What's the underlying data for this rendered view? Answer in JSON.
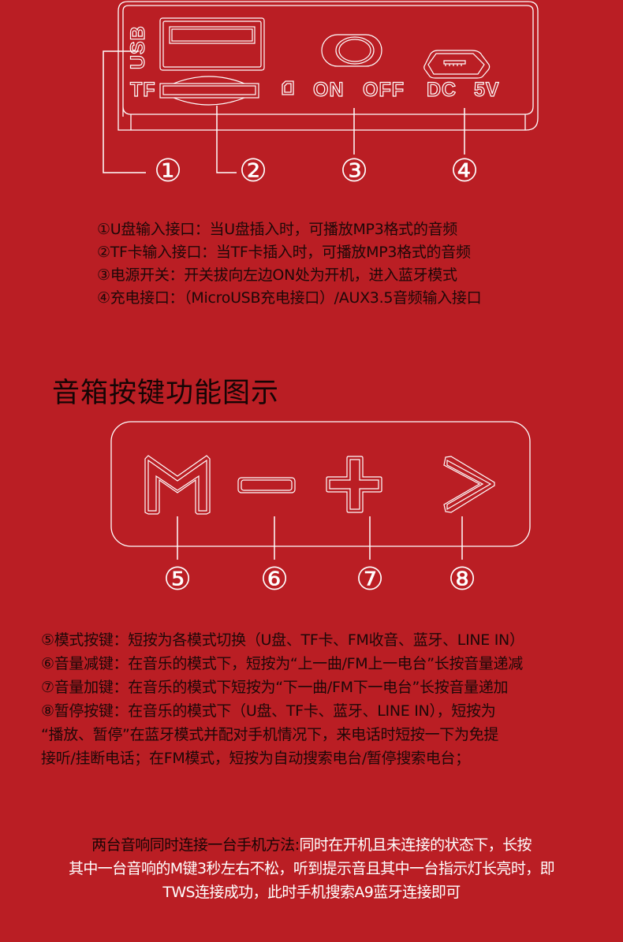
{
  "colors": {
    "background": "#BA1E24",
    "line": "#FFFFFF",
    "text_dark": "#1D0808",
    "text_light": "#FFFFFF"
  },
  "panel_top": {
    "port_labels": {
      "usb": "USB",
      "tf": "TF",
      "on": "ON",
      "off": "OFF",
      "dc": "DC",
      "fivev": "5V"
    },
    "callouts": [
      "①",
      "②",
      "③",
      "④"
    ],
    "icons": [
      "usb-port-icon",
      "tf-slot-icon",
      "power-switch-icon",
      "micro-usb-port-icon",
      "sd-card-icon"
    ]
  },
  "port_descriptions": [
    "①U盘输入接口：当U盘插入时，可播放MP3格式的音频",
    "②TF卡输入接口：当TF卡插入时，可播放MP3格式的音频",
    "③电源开关：开关拔向左边ON处为开机，进入蓝牙模式",
    "④充电接口：（MicroUSB充电接口）/AUX3.5音频输入接口"
  ],
  "section_title": "音箱按键功能图示",
  "button_panel": {
    "buttons": [
      {
        "symbol": "M",
        "callout": "⑤",
        "icon": "mode-m-icon"
      },
      {
        "symbol": "−",
        "callout": "⑥",
        "icon": "minus-icon"
      },
      {
        "symbol": "+",
        "callout": "⑦",
        "icon": "plus-icon"
      },
      {
        "symbol": ">",
        "callout": "⑧",
        "icon": "play-next-chevron-icon"
      }
    ]
  },
  "key_descriptions": [
    "⑤模式按键：短按为各模式切换（U盘、TF卡、FM收音、蓝牙、LINE IN）",
    "⑥音量减键：在音乐的模式下，短按为“上一曲/FM上一电台”长按音量递减",
    "⑦音量加键：在音乐的模式下短按为“下一曲/FM下一电台”长按音量递加",
    "⑧暂停按键：在音乐的模式下（U盘、TF卡、蓝牙、LINE IN），短按为",
    " “播放、暂停”在蓝牙模式并配对手机情况下，来电话时短按一下为免提",
    "接听/挂断电话；在FM模式，短按为自动搜索电台/暂停搜索电台；"
  ],
  "tws_note": {
    "heading": "两台音响同时连接一台手机方法:",
    "line1_rest": "同时在开机且未连接的状态下，长按",
    "line2": "其中一台音响的M键3秒左右不松，听到提示音且其中一台指示灯长亮时，即",
    "line3": "TWS连接成功，此时手机搜索A9蓝牙连接即可"
  }
}
